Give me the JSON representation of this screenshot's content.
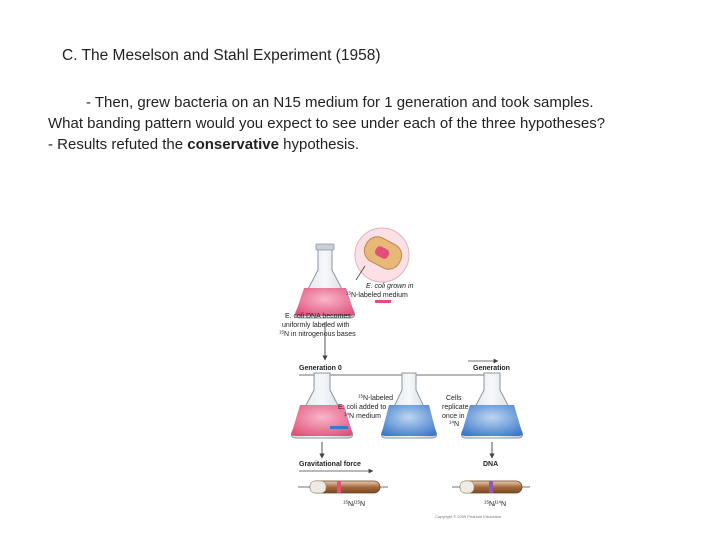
{
  "slide": {
    "title": "C. The Meselson and Stahl Experiment (1958)",
    "line1": "- Then, grew bacteria on an N15 medium for 1 generation and took samples.",
    "line2": "What banding pattern would you expect to see under each of the three hypotheses?",
    "line3_pre": "- Results refuted the ",
    "line3_bold": "conservative",
    "line3_post": " hypothesis."
  },
  "figure": {
    "grown_1": "E. coli grown in",
    "grown_2_sup": "15",
    "grown_2": "N-labeled medium",
    "dna_1": "E. coli DNA becomes",
    "dna_2": "uniformly labeled with",
    "dna_3_sup": "15",
    "dna_3": "N in nitrogenous bases",
    "generation_0": "Generation 0",
    "generation": "Generation",
    "added_1_sup": "15",
    "added_1": "N-labeled",
    "added_2": "E. coli added to",
    "added_3_sup": "14",
    "added_3": "N medium",
    "cells_1": "Cells",
    "cells_2": "replicate",
    "cells_3": "once in",
    "cells_4_sup": "14",
    "cells_4": "N",
    "gravity": "Gravitational force",
    "dna": "DNA",
    "tube_left_a_sup": "15",
    "tube_left_a": "N/",
    "tube_left_b_sup": "15",
    "tube_left_b": "N",
    "tube_right_a_sup": "15",
    "tube_right_a": "N/",
    "tube_right_b_sup": "14",
    "tube_right_b": "N",
    "copyright": "Copyright © 2009 Pearson Education"
  },
  "colors": {
    "n15": "#e0507a",
    "n14": "#3c78c8",
    "bacterium": "#e8b878"
  }
}
